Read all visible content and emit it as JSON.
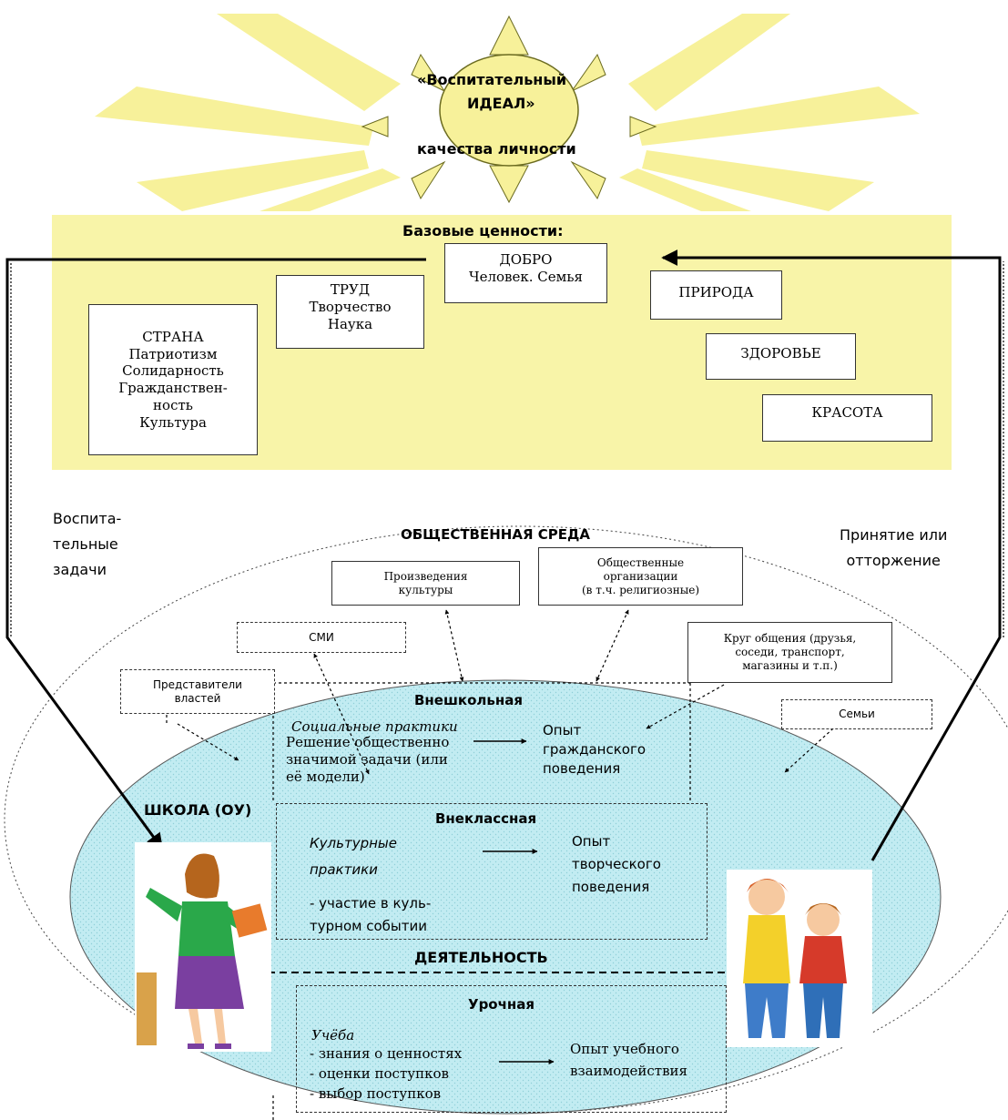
{
  "sun": {
    "line1": "«Воспитательный",
    "line2": "ИДЕАЛ»",
    "line3": "качества личности"
  },
  "values_panel": {
    "title": "Базовые ценности:",
    "dobro": [
      "ДОБРО",
      "Человек. Семья"
    ],
    "trud": [
      "ТРУД",
      "Творчество",
      "Наука"
    ],
    "strana": [
      "СТРАНА",
      "Патриотизм",
      "Солидарность",
      "Гражданствен-",
      "ность",
      "Культура"
    ],
    "priroda": "ПРИРОДА",
    "zdorovye": "ЗДОРОВЬЕ",
    "krasota": "КРАСОТА"
  },
  "side_labels": {
    "left": [
      "Воспита-",
      "тельные",
      "задачи"
    ],
    "right": [
      "Принятие или",
      "отторжение"
    ]
  },
  "environment": {
    "title": "ОБЩЕСТВЕННАЯ СРЕДА",
    "culture_works": [
      "Произведения",
      "культуры"
    ],
    "public_orgs": [
      "Общественные",
      "организации",
      "(в т.ч. религиозные)"
    ],
    "media": "СМИ",
    "circle": [
      "Круг общения (друзья,",
      "соседи, транспорт,",
      "магазины и т.п.)"
    ],
    "authorities": [
      "Представители",
      "властей"
    ],
    "families": "Семьи"
  },
  "school": {
    "label": "ШКОЛА (ОУ)",
    "activity": "ДЕЯТЕЛЬНОСТЬ",
    "extracurricular": {
      "title": "Внешкольная",
      "practice": "Социальные практики",
      "task": [
        "Решение общественно",
        "значимой задачи (или",
        "её модели)"
      ],
      "result": [
        "Опыт",
        "гражданского",
        "поведения"
      ]
    },
    "outofclass": {
      "title": "Внеклассная",
      "practice": [
        "Культурные",
        "практики"
      ],
      "participation": [
        "- участие в куль-",
        "турном событии"
      ],
      "result": [
        "Опыт",
        "творческого",
        "поведения"
      ]
    },
    "lesson": {
      "title": "Урочная",
      "study": "Учёба",
      "items": [
        "- знания о ценностях",
        "- оценки поступков",
        "- выбор поступков"
      ],
      "result": [
        "Опыт учебного",
        "взаимодействия"
      ]
    }
  },
  "colors": {
    "sun": "#f7f19a",
    "panel": "#f8f4a8",
    "school_ellipse": "#c2ecf2",
    "boxes": "#ffffff",
    "lines": "#000000"
  },
  "icons": [
    "teacher-figure",
    "children-figures"
  ]
}
